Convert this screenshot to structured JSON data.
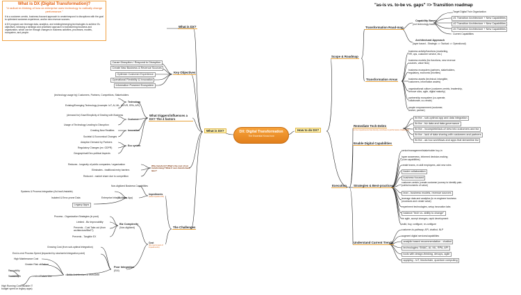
{
  "center": {
    "title": "DX: Digital Transformation",
    "subtitle": "The Essential Know-how"
  },
  "intro": {
    "title": "What is DX (Digital Transformation)?",
    "subtitle": "\"A radical re-thinking of how an enterprise uses technology to radically change performance.\"",
    "para1": "It is a customer-centric, business-focused approach to create/respond to disruptions with the goal to optimized customer-experience, and/or new revenue sources.",
    "para2": "A DX program can leverage data, analytics, and existing/emerging technologies to achieve it's objectives, following a strategic and prioritized approach to transforming business and organization, which can be through changes in business activities, processes, models, ecosystem, and people."
  },
  "left": {
    "what_is_dx": "What is DX?",
    "objectives": {
      "label": "Key Objectives",
      "items": [
        "Cause Disruption / Respond to Disruption",
        "Create New Business & Revenue Sources",
        "Optimize Customer Experience",
        "Operational Flexibility & Innovation",
        "Information Powered Ecosystem"
      ]
    },
    "influences": {
      "label": "What triggers/influences a DX? The 4 factors",
      "technology": {
        "tag": "Technology",
        "items": [
          "(technology usage by) Customers, Partners, Competitors, Stakeholders",
          "Existing/Emerging Technology (example: IoT, AI, ML, AR/VR, RPA, API)"
        ]
      },
      "customer": {
        "tag": "Customer",
        "items": [
          "(demand for) Ease/Simplicity of Dealing with Business",
          "Usage of Technology Leading to Disruption"
        ]
      },
      "innovation": {
        "tag": "Innovation",
        "items": [
          "Creating New Realities",
          "Societal & Economical Changes"
        ]
      },
      "ecosystem": {
        "tag": "Eco system",
        "items": [
          "Adaption Demand by Partners",
          "Regulatory Changes (ex: GDPR)",
          "Geographical/Geo-political Aspects"
        ]
      }
    },
    "why": {
      "label": "Why transform? What's the cost of not transforming? What if over-transformed, later?",
      "items": [
        "Reduces - longevity of public companies / organization",
        "Eliminates - traditional entry barriers",
        "Reduced - market share due to competition"
      ]
    },
    "challenges": {
      "label": "The Challenges",
      "impediments": {
        "label": "Impediments",
        "sub": "(what impedes DX)",
        "items": [
          "Non-digitized Business Capabilities"
        ]
      },
      "enterprise": {
        "label": "Enterprise Info (BI, Data, App)",
        "items": [
          "Systems & Process Integration (Ad-hoc/Unstable)",
          "Isolated & Error-prone Data",
          "Legacy Apps"
        ]
      },
      "cost": {
        "label": "Cost",
        "sub": "(the real impact of impediments)"
      },
      "biz": {
        "label": "Biz Complexity",
        "sub": "(Non-digitized)",
        "items": [
          "Process - Organization Strategies (in post)",
          "Limited - Biz Improvability",
          "Prevents - Cost Take-out (from architecture/Biz/IT)",
          "Prevents - Tangible EX"
        ]
      },
      "poor": {
        "label": "Poor Integration",
        "sub": "(EAI)",
        "items": [
          "Growing Cost (from sub-optimal integration)",
          "End-to-end Process Speed (impacted by slow/weird integration point)"
        ]
      },
      "eatech": {
        "label": "Brittle Architecture & Tech-Debt",
        "items": [
          "High Maintenance Cost",
          "Greater Risk of Failure"
        ]
      },
      "future": {
        "label": "Limited Future Use",
        "items": [
          "Reusability",
          "Scalability"
        ]
      },
      "running": {
        "label": "High Running Cost (sizable IT budget spent on legacy apps)"
      }
    }
  },
  "right": {
    "how_to_dx": "How to do DX?",
    "title": "\"as-is vs. to-be vs. gaps\" => Transition roadmap",
    "scope": "Scope & Roadmap",
    "roadmap": {
      "label": "Transformation Road-map",
      "capability": {
        "label": "Capability Based",
        "sub": "(not technology based)",
        "items": [
          "Target Digital Twin Organization",
          "#1 Transition Architecture + New Capabilities",
          "#2 Transition Architecture + New Capabilities",
          "#n Transition Architecture + New Capabilities",
          "Current Capabilities"
        ]
      },
      "arch": {
        "label": "Architectural Approach",
        "sub": "(layer based - Strategic => Tactical => Operational)"
      }
    },
    "areas": {
      "label": "Transformation Areas",
      "items": [
        "business activity/functions (marketing, HR, ops, customer service, etc.)",
        "business models (biz functions, new revenue sources, value flow)",
        "business ecosystem (partners, stakeholders, regulatory, economic priorities)",
        "business assets (technical, intangible, customers, information assets)",
        "organizational culture (customer-centric, leadership, remove silos, agile, digital maturity)",
        "partnership ecosystem (co-operate, collaborate, co-create)",
        "people empowerment (customer, worker, partner)"
      ]
    },
    "execution": "Execution",
    "remedy": {
      "label": "Remediate Tech-Debts",
      "sub": "(in the Impediments that directly contribute to performance challenges)",
      "items": [
        "fix the - sub-optimal app and data integration",
        "fix the - biz data and data governance",
        "fix the - incomplete/lack-of view into customers and biz",
        "fix the - lack of data sharing with customers and partners",
        "fix the - ad-hoc workflows and apps that streamline biz"
      ]
    },
    "enable": "Enable Digital Capabilities",
    "strategies": {
      "label": "Strategies & Best-practices",
      "items": [
        "senior/management/stakeholder buy-in",
        "hyper awareness, informed decision-making (core capabilities)",
        "create teams, re-skill employees, add new roles",
        "foster collaboration",
        "business focused",
        "customer-centric (create customer journey to identify pain-points/moments of value)",
        "lean - business models, revenue sources",
        "leverage data and analytics (to re-engineer business processes and create value)",
        "experiment technologies, setup innovation labs",
        "balance \"tech vs. ability to change\"",
        "be agile, accept changes, rapid development",
        "build, buy, configure, re-configure"
      ]
    },
    "trends": {
      "label": "Understand Current Trends",
      "items": [
        "customer-to-pathway: API, chatbot, NLP",
        "augment digital services/capabilities",
        "analytic based recommendation - chatbot",
        "technologies: SMAC, AI, ML, RPA, API",
        "tools with design-thinking, devops, agile",
        "applying - IoT, blockchain, quantum computing"
      ]
    }
  }
}
